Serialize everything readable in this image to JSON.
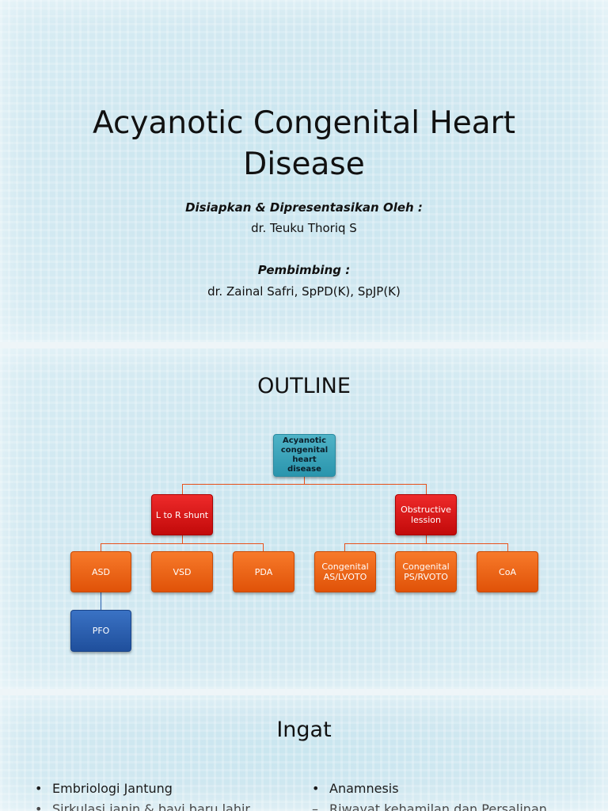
{
  "slide1": {
    "title_line1": "Acyanotic Congenital Heart",
    "title_line2": "Disease",
    "prepared_label": "Disiapkan & Dipresentasikan Oleh :",
    "presenter": "dr. Teuku Thoriq S",
    "supervisor_label": "Pembimbing :",
    "supervisor": "dr. Zainal Safri, SpPD(K), SpJP(K)"
  },
  "slide2": {
    "title": "OUTLINE",
    "root": "Acyanotic congenital heart disease",
    "left": "L to R shunt",
    "right": "Obstructive lession",
    "left_children": [
      "ASD",
      "VSD",
      "PDA"
    ],
    "right_children": [
      "Congenital AS/LVOTO",
      "Congenital PS/RVOTO",
      "CoA"
    ],
    "asd_child": "PFO"
  },
  "slide3": {
    "title": "Ingat",
    "left_bullets": [
      "Embriologi Jantung",
      "Sirkulasi janin & bayi baru lahir"
    ],
    "right_bullets": [
      "Anamnesis",
      "Riwayat kehamilan dan Persalinan"
    ]
  }
}
